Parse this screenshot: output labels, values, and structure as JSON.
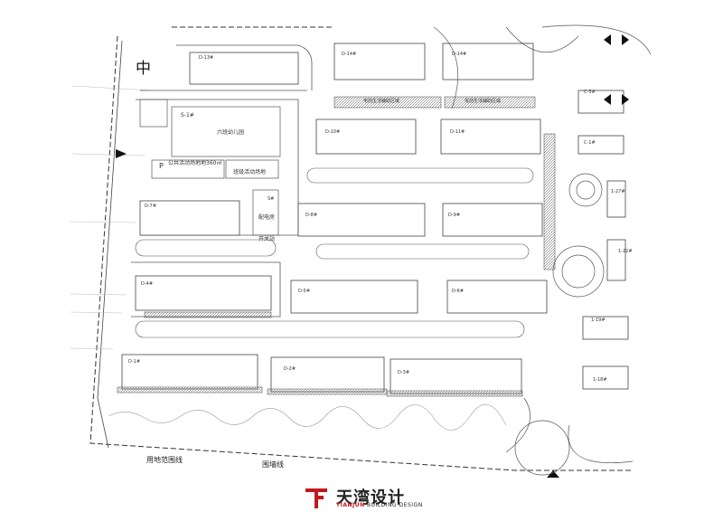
{
  "labels": {
    "zhong": "中",
    "kindergarten_id": "S-1#",
    "kindergarten": "六班幼儿园",
    "public_space": "公共活动场地地360㎡",
    "parking": "P",
    "class_space": "班级活动场地",
    "substation_id": "S#",
    "substation": "配电房",
    "switch_station": "开关站",
    "land_boundary": "用地范围线",
    "wall_line": "围墙线",
    "parking_strip": "宅前生活辅助区域"
  },
  "buildings": {
    "d13": "D-13#",
    "d14": "D-14#",
    "d10": "D-10#",
    "d11": "D-11#",
    "d7": "D-7#",
    "d8": "D-8#",
    "d9": "D-9#",
    "d4": "D-4#",
    "d5": "D-5#",
    "d6": "D-6#",
    "d1": "D-1#",
    "d2": "D-2#",
    "d3": "D-3#",
    "c3": "C-3#",
    "c1": "C-1#",
    "c27": "1-27#",
    "c22": "1-22#",
    "c19": "1-19#",
    "c18": "1-18#"
  },
  "logo": {
    "cn": "天湾设计",
    "en_brand": "TIANJUN",
    "en_rest": " BUILDING DESIGN"
  },
  "colors": {
    "accent": "#c0181c",
    "line": "#555555",
    "hatch": "#9a9a9a"
  }
}
